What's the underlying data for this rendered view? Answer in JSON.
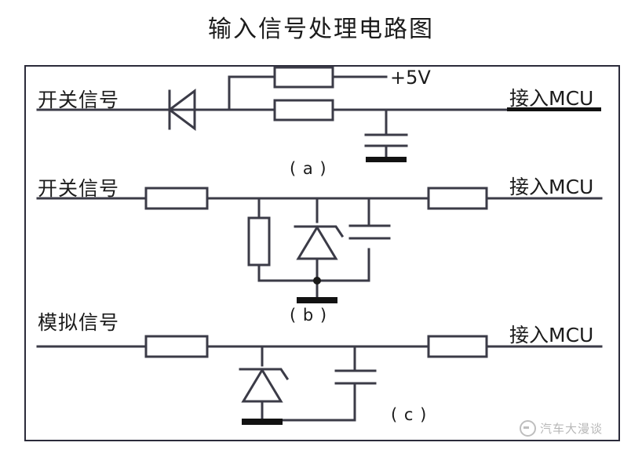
{
  "page": {
    "title": "输入信号处理电路图",
    "background_color": "#ffffff",
    "line_color": "#3b3b47",
    "frame_color": "#2b2b3a"
  },
  "circuits": [
    {
      "id": "a",
      "caption": "( a )",
      "input_label": "开关信号",
      "output_label": "接入MCU",
      "supply_label": "+5V",
      "components": [
        "diode",
        "resistor-pullup",
        "resistor-series",
        "capacitor",
        "ground"
      ]
    },
    {
      "id": "b",
      "caption": "( b )",
      "input_label": "开关信号",
      "output_label": "接入MCU",
      "components": [
        "resistor-series",
        "resistor-pulldown",
        "zener-diode",
        "capacitor",
        "resistor-output",
        "ground"
      ]
    },
    {
      "id": "c",
      "caption": "( c )",
      "input_label": "模拟信号",
      "output_label": "接入MCU",
      "components": [
        "resistor-series",
        "zener-diode",
        "capacitor",
        "resistor-output",
        "ground"
      ]
    }
  ],
  "watermark": {
    "text": "汽车大漫谈",
    "logo": "circle-logo"
  }
}
